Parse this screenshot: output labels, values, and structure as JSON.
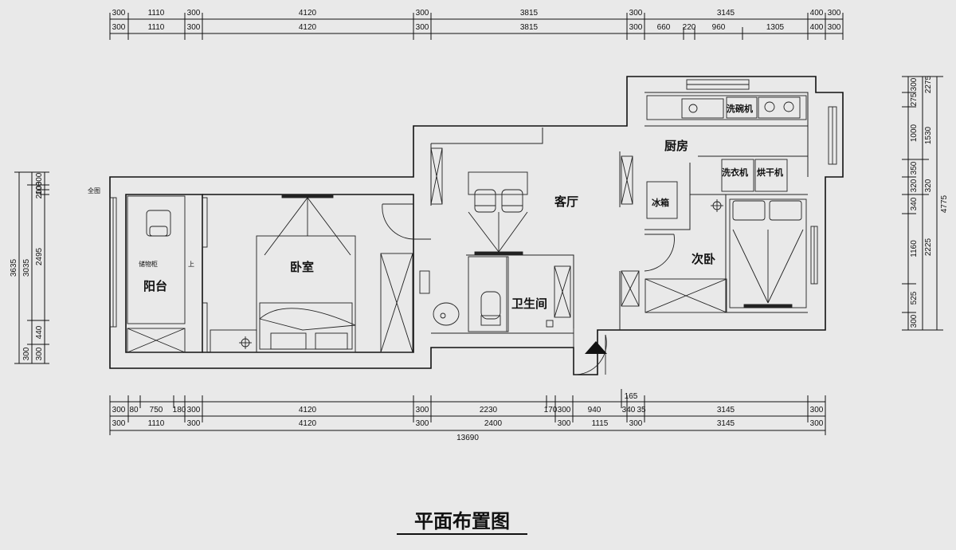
{
  "title": "平面布置图",
  "colors": {
    "background": "#e9e9e9",
    "ink": "#111111"
  },
  "rooms": {
    "balcony": "阳台",
    "bedroom": "卧室",
    "living": "客厅",
    "bathroom": "卫生间",
    "kitchen": "厨房",
    "second_bedroom": "次卧",
    "fridge": "冰箱",
    "dishwasher": "洗碗机",
    "washer": "洗衣机",
    "dryer": "烘干机"
  },
  "annotations": {
    "balcony_fixture": "储物柜",
    "up_mark": "上",
    "corner_mark": "全图"
  },
  "dims": {
    "top_row1": [
      "300",
      "1110",
      "300",
      "4120",
      "300",
      "3815",
      "300",
      "3145",
      "400",
      "300"
    ],
    "top_row2": [
      "300",
      "1110",
      "300",
      "4120",
      "300",
      "3815",
      "300",
      "660",
      "220",
      "960",
      "1305",
      "400",
      "300"
    ],
    "bottom_row1": [
      "300",
      "80",
      "750",
      "180",
      "300",
      "4120",
      "300",
      "2230",
      "170",
      "300",
      "940",
      "165",
      "340",
      "35",
      "3145",
      "300"
    ],
    "bottom_row2": [
      "300",
      "1110",
      "300",
      "4120",
      "300",
      "2400",
      "300",
      "1115",
      "300",
      "3145",
      "300"
    ],
    "bottom_total": "13690",
    "left_outer": "3635",
    "left_mid": "3035",
    "left_segs": [
      "300",
      "100",
      "200",
      "2495",
      "440",
      "300",
      "300"
    ],
    "right_outer": "4775",
    "right_mid": [
      "2275",
      "1530",
      "320",
      "2225"
    ],
    "right_segs": [
      "300",
      "275",
      "1000",
      "350",
      "320",
      "340",
      "1160",
      "525",
      "300"
    ]
  }
}
